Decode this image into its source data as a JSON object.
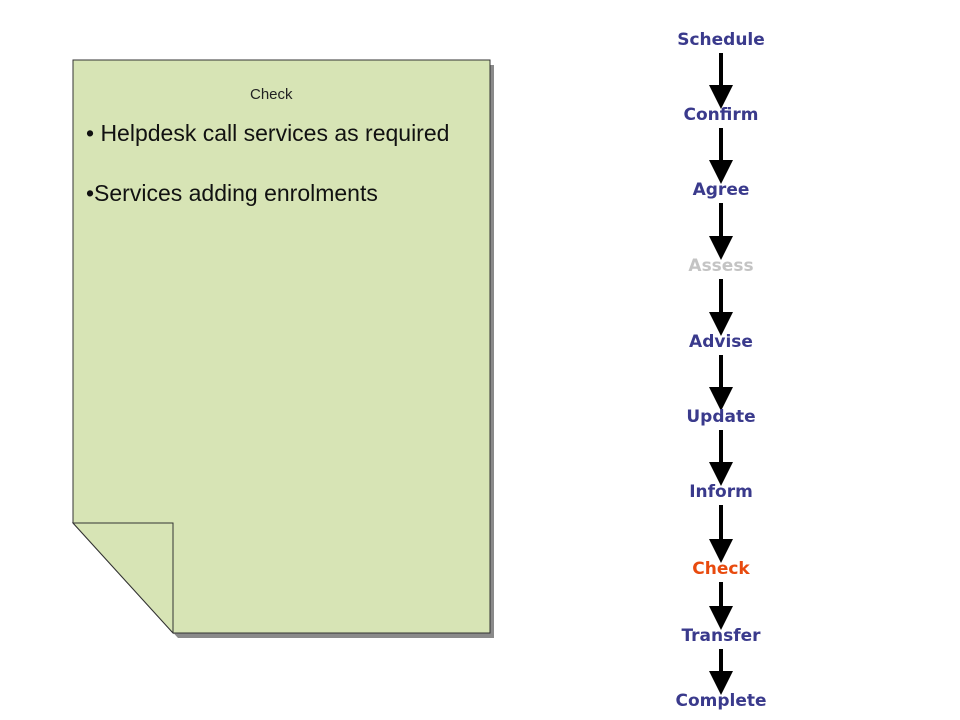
{
  "note": {
    "heading": "Check",
    "bullets": [
      "• Helpdesk call services as required",
      "•Services adding enrolments"
    ],
    "fill": "#d7e4b5",
    "border": "#333333"
  },
  "flow": {
    "steps": [
      {
        "label": "Schedule",
        "state": "normal"
      },
      {
        "label": "Confirm",
        "state": "normal"
      },
      {
        "label": "Agree",
        "state": "normal"
      },
      {
        "label": "Assess",
        "state": "muted"
      },
      {
        "label": "Advise",
        "state": "normal"
      },
      {
        "label": "Update",
        "state": "normal"
      },
      {
        "label": "Inform",
        "state": "normal"
      },
      {
        "label": "Check",
        "state": "active"
      },
      {
        "label": "Transfer",
        "state": "normal"
      },
      {
        "label": "Complete",
        "state": "normal"
      }
    ],
    "colors": {
      "normal": "#3a3a8c",
      "muted": "#c4c4c4",
      "active": "#e84a0e",
      "arrow": "#000000"
    }
  }
}
